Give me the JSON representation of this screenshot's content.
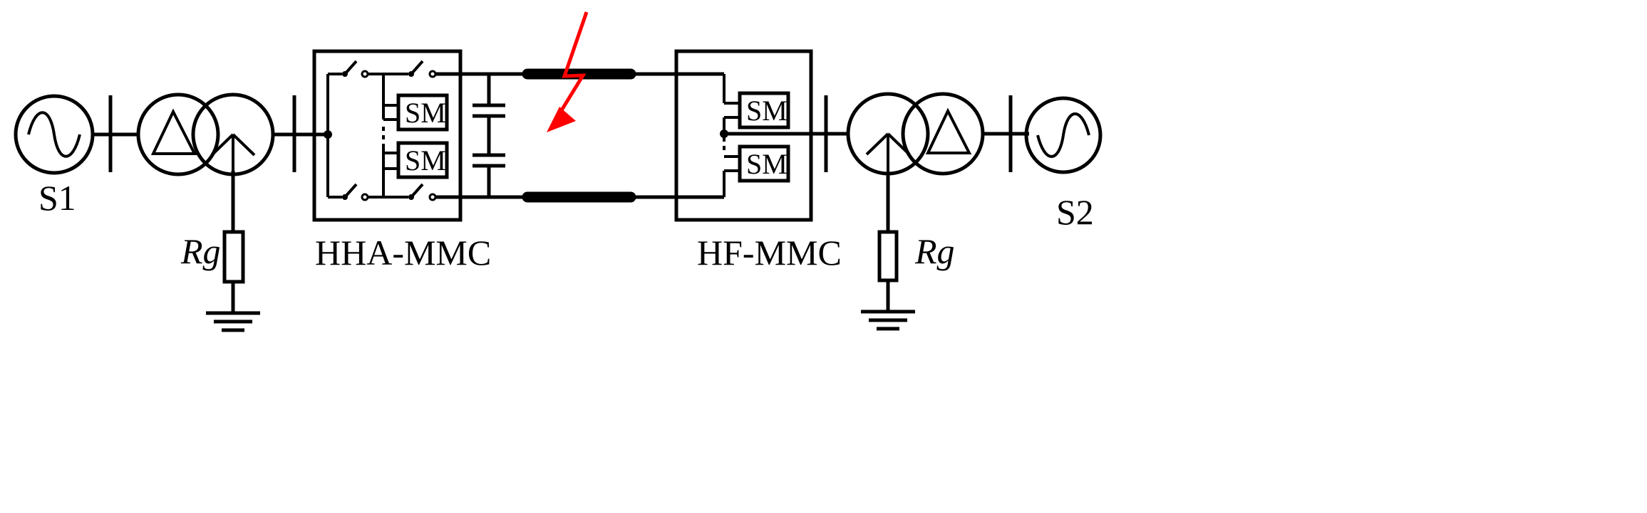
{
  "labels": {
    "source_left": "S1",
    "source_right": "S2",
    "converter_left": "HHA-MMC",
    "converter_right": "HF-MMC",
    "grounding_left": "Rg",
    "grounding_right": "Rg",
    "submodule": "SM"
  },
  "colors": {
    "line": "#000000",
    "fault": "#ff0000",
    "background": "#ffffff"
  },
  "icons": {
    "ac_source": "sine-source-icon",
    "transformer": "delta-wye-transformer-icon",
    "fault": "lightning-fault-icon",
    "ground": "ground-icon",
    "resistor": "resistor-icon",
    "switch": "switch-icon",
    "capacitor": "capacitor-icon"
  }
}
